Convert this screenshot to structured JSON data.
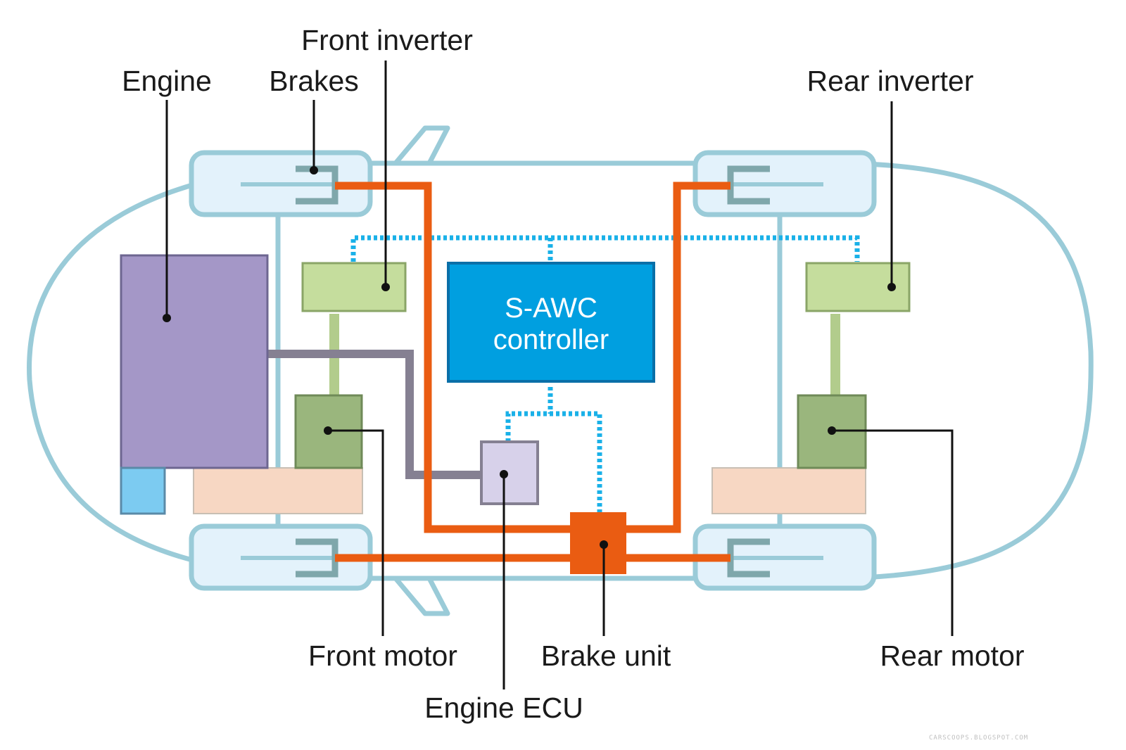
{
  "labels": {
    "engine": "Engine",
    "brakes": "Brakes",
    "front_inverter": "Front inverter",
    "rear_inverter": "Rear inverter",
    "controller_line1": "S-AWC",
    "controller_line2": "controller",
    "front_motor": "Front motor",
    "brake_unit": "Brake unit",
    "rear_motor": "Rear motor",
    "engine_ecu": "Engine ECU"
  },
  "watermark": "CARSCOOPS.BLOGSPOT.COM",
  "colors": {
    "body_outline": "#9acbd8",
    "wheel_fill": "#e3f2fb",
    "brake_caliper": "#7fa7ab",
    "brake_line": "#ea5c12",
    "signal_line": "#1ab1e8",
    "controller": "#009fe0",
    "engine": "#a497c7",
    "inverter": "#c5dd9d",
    "motor": "#9ab67d",
    "transmission": "#f7d7c3",
    "ecu": "#d7d1ea",
    "drive_shaft": "#858092"
  }
}
